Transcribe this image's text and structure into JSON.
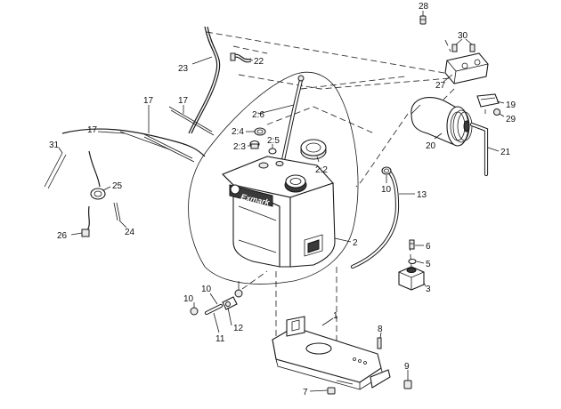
{
  "diagram": {
    "brand_logo": "Exmark",
    "callouts": [
      {
        "id": "28",
        "text": "28"
      },
      {
        "id": "30",
        "text": "30"
      },
      {
        "id": "22",
        "text": "22"
      },
      {
        "id": "23",
        "text": "23"
      },
      {
        "id": "27",
        "text": "27"
      },
      {
        "id": "19",
        "text": "19"
      },
      {
        "id": "29",
        "text": "29"
      },
      {
        "id": "17a",
        "text": "17"
      },
      {
        "id": "17b",
        "text": "17"
      },
      {
        "id": "17c",
        "text": "17"
      },
      {
        "id": "2_6",
        "text": "2:6"
      },
      {
        "id": "2_4",
        "text": "2:4"
      },
      {
        "id": "2_3",
        "text": "2:3"
      },
      {
        "id": "2_5",
        "text": "2:5"
      },
      {
        "id": "20",
        "text": "20"
      },
      {
        "id": "21",
        "text": "21"
      },
      {
        "id": "31",
        "text": "31"
      },
      {
        "id": "2_2",
        "text": "2:2"
      },
      {
        "id": "10a",
        "text": "10"
      },
      {
        "id": "13",
        "text": "13"
      },
      {
        "id": "25",
        "text": "25"
      },
      {
        "id": "26",
        "text": "26"
      },
      {
        "id": "24",
        "text": "24"
      },
      {
        "id": "2",
        "text": "2"
      },
      {
        "id": "6",
        "text": "6"
      },
      {
        "id": "5",
        "text": "5"
      },
      {
        "id": "3",
        "text": "3"
      },
      {
        "id": "10b",
        "text": "10"
      },
      {
        "id": "10c",
        "text": "10"
      },
      {
        "id": "12",
        "text": "12"
      },
      {
        "id": "11",
        "text": "11"
      },
      {
        "id": "1",
        "text": "1"
      },
      {
        "id": "8",
        "text": "8"
      },
      {
        "id": "9",
        "text": "9"
      },
      {
        "id": "7",
        "text": "7"
      }
    ]
  }
}
